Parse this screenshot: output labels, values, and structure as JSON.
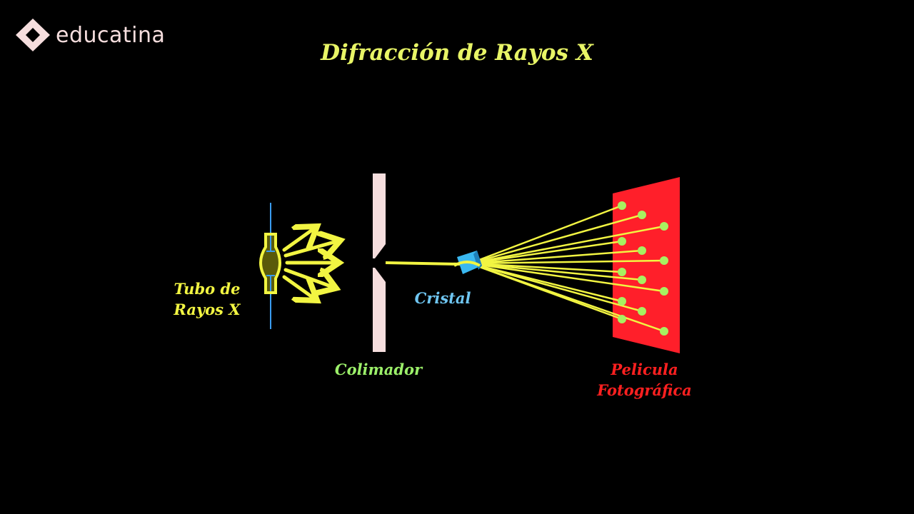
{
  "brand": {
    "name": "educatina"
  },
  "title": "Difracción de Rayos X",
  "labels": {
    "tube": "Tubo de\nRayos X",
    "collimator": "Colimador",
    "crystal": "Cristal",
    "film": "Pelicula\nFotográfica"
  },
  "colors": {
    "background": "#000000",
    "title": "#e8f566",
    "beam": "#f2f542",
    "tube_label": "#f2f542",
    "collimator": "#f6dede",
    "collimator_label": "#9cf06a",
    "crystal": "#3ab8f0",
    "crystal_label": "#6fc6f2",
    "film": "#ff1f2a",
    "spot": "#a8f060",
    "film_label": "#ff2020",
    "axis_line": "#3a9cf0"
  },
  "icons": {
    "logo": "diamond-logo-icon"
  }
}
